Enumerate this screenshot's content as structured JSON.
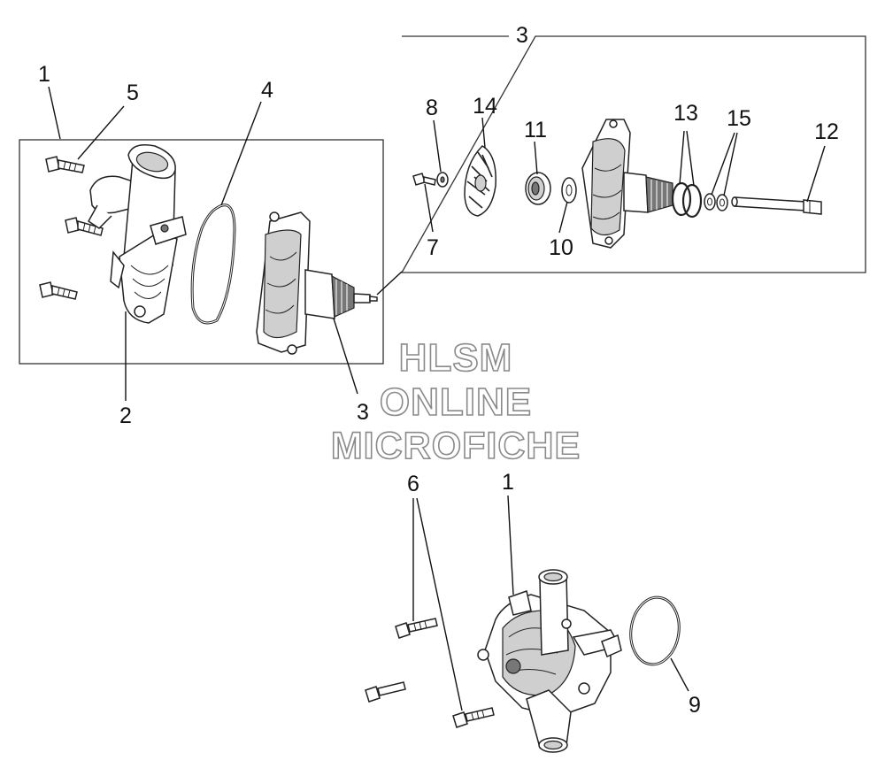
{
  "diagram": {
    "callouts": {
      "top_1": "1",
      "top_2": "2",
      "top_3_bottom": "3",
      "top_3_box": "3",
      "top_4": "4",
      "top_5": "5",
      "top_7": "7",
      "top_8": "8",
      "top_10": "10",
      "top_11": "11",
      "top_12": "12",
      "top_13": "13",
      "top_14": "14",
      "top_15": "15",
      "bottom_1": "1",
      "bottom_6": "6",
      "bottom_9": "9"
    }
  },
  "watermark": {
    "line1": "HLSM",
    "line2": "ONLINE",
    "line3": "MICROFICHE"
  }
}
